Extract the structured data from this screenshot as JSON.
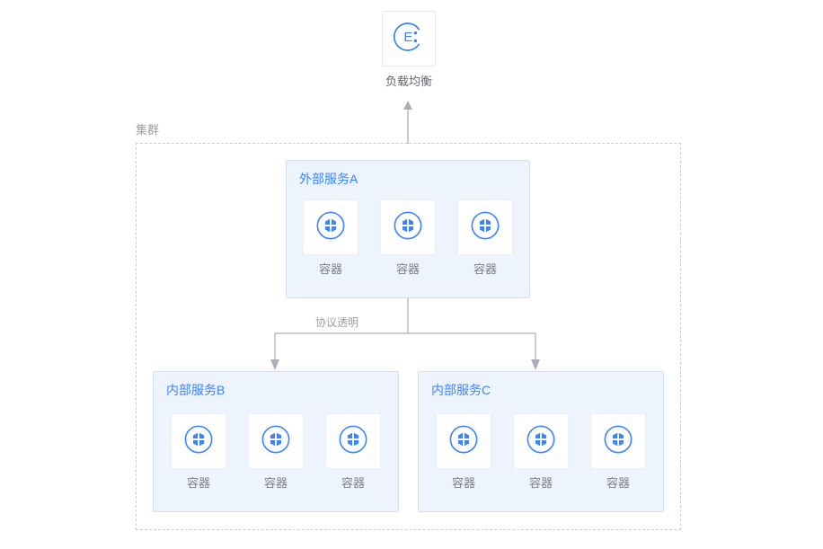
{
  "diagram": {
    "title": "集群",
    "colors": {
      "accent": "#3a84ff",
      "service_fill": "#eef4fd",
      "service_border": "#cfe0f7",
      "cluster_border": "#c9cdd4",
      "caption_text": "#7b7f87",
      "connector": "#a9aeb8"
    }
  },
  "load_balancer": {
    "icon": "load-balancer-icon",
    "label": "负载均衡"
  },
  "cluster": {
    "label": "集群"
  },
  "connector": {
    "protocol_label": "协议透明",
    "up_arrow": "arrow-up-icon",
    "branch_arrows": [
      "arrow-down-icon",
      "arrow-down-icon"
    ]
  },
  "services": [
    {
      "id": "svc-a",
      "title": "外部服务A",
      "containers": [
        {
          "icon": "container-icon",
          "label": "容器"
        },
        {
          "icon": "container-icon",
          "label": "容器"
        },
        {
          "icon": "container-icon",
          "label": "容器"
        }
      ]
    },
    {
      "id": "svc-b",
      "title": "内部服务B",
      "containers": [
        {
          "icon": "container-icon",
          "label": "容器"
        },
        {
          "icon": "container-icon",
          "label": "容器"
        },
        {
          "icon": "container-icon",
          "label": "容器"
        }
      ]
    },
    {
      "id": "svc-c",
      "title": "内部服务C",
      "containers": [
        {
          "icon": "container-icon",
          "label": "容器"
        },
        {
          "icon": "container-icon",
          "label": "容器"
        },
        {
          "icon": "container-icon",
          "label": "容器"
        }
      ]
    }
  ]
}
